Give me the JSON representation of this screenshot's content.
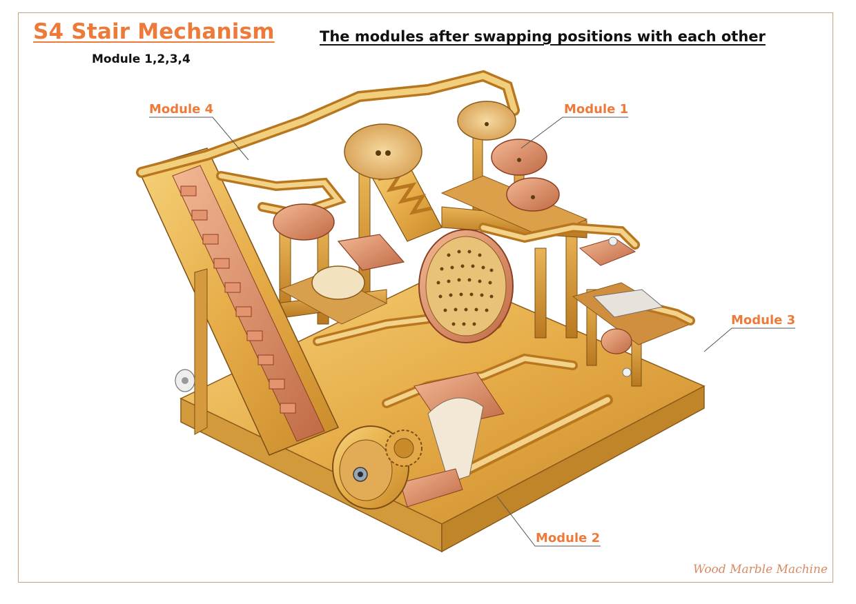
{
  "header": {
    "title": "S4 Stair Mechanism",
    "subtitle": "Module 1,2,3,4",
    "caption": "The modules after swapping positions with each other"
  },
  "callouts": {
    "module_1": "Module 1",
    "module_2": "Module 2",
    "module_3": "Module 3",
    "module_4": "Module 4"
  },
  "footer": {
    "watermark": "Wood Marble Machine"
  },
  "colors": {
    "accent": "#ee7a3a",
    "wood_light": "#f2c76a",
    "wood_mid": "#e0a540",
    "wood_dark": "#b8761e",
    "copper": "#d98060",
    "frame": "#c9a27a"
  },
  "icons": [
    "gear-icon",
    "pulley-wheel-icon"
  ]
}
